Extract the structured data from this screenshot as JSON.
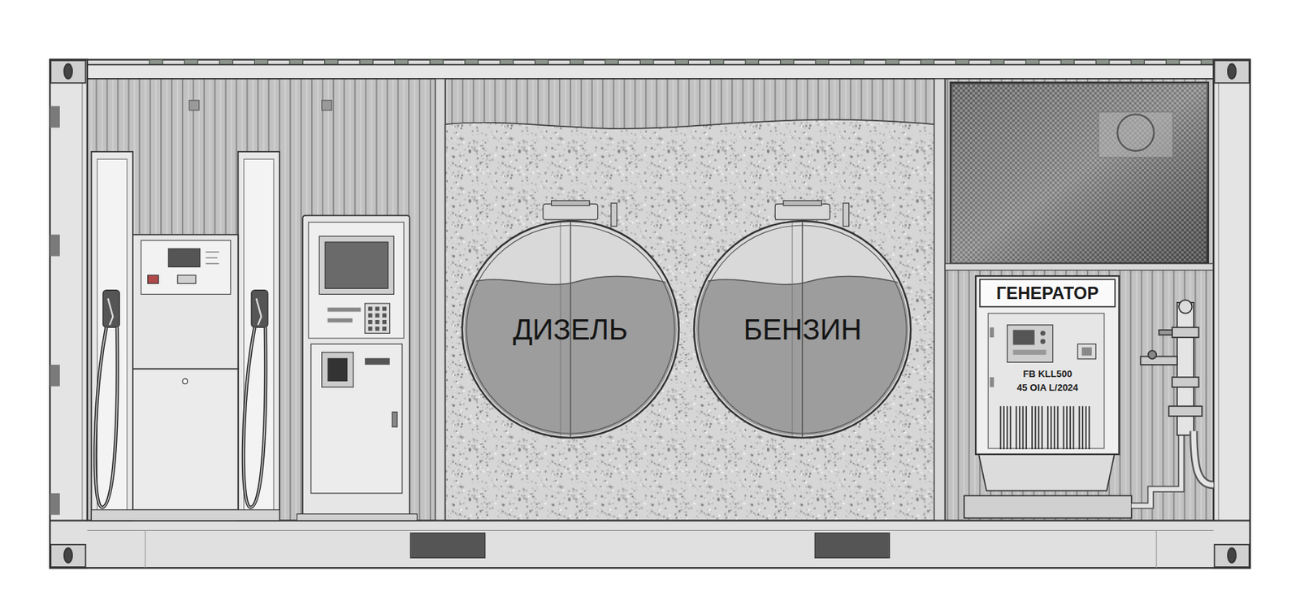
{
  "diagram": {
    "nodes": [
      {
        "text": [
          "ДИЗЕЛЬ"
        ]
      },
      {
        "text": [
          "БЕНЗИН"
        ]
      },
      {
        "text": [
          "ГЕНЕРАТОР",
          "FB KLL500",
          "45 OIA L/2024"
        ]
      }
    ]
  }
}
